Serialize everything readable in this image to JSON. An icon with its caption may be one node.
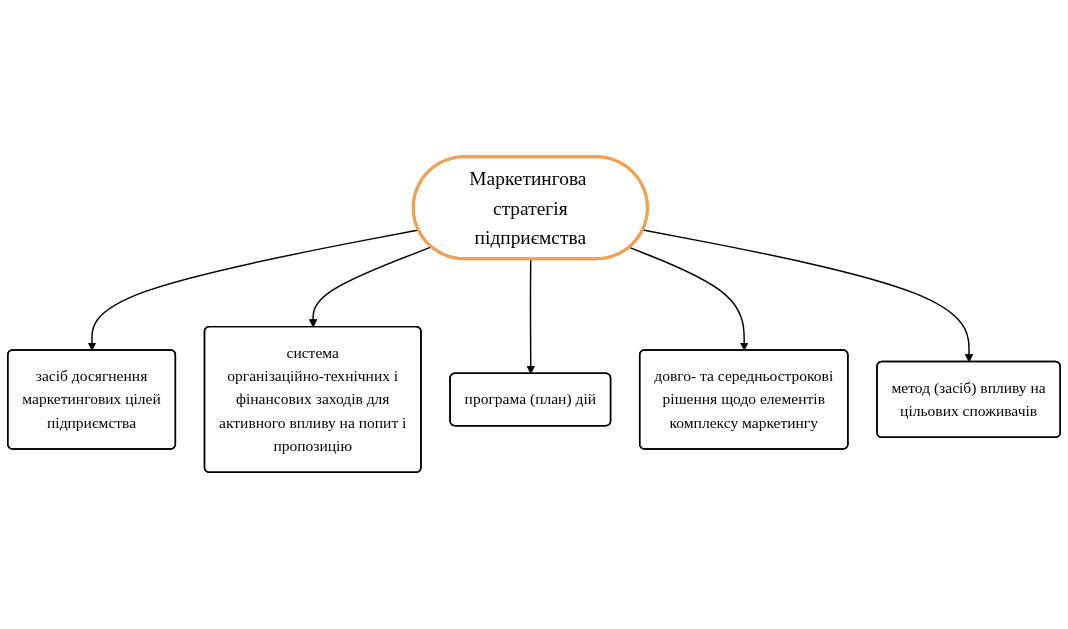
{
  "diagram": {
    "nodes": [
      {
        "text": [
          "засіб досягнення маркетингових цілей підприємства"
        ]
      },
      {
        "text": [
          "система організаційно-технічних і фінансових заходів для активного впливу на попит і пропозицію"
        ]
      },
      {
        "text": [
          "Маркетингова стратегія підприємства"
        ]
      },
      {
        "text": [
          "програма (план) дій"
        ]
      },
      {
        "text": [
          "метод (засіб) впливу на цільових споживачів"
        ]
      },
      {
        "text": [
          "довго- та середньострокові рішення щодо елементів комплексу маркетингу"
        ]
      }
    ],
    "edges": [
      {
        "from": 2,
        "to": 0,
        "arrow": "to"
      },
      {
        "from": 2,
        "to": 1,
        "arrow": "to"
      },
      {
        "from": 2,
        "to": 3,
        "arrow": "to"
      },
      {
        "from": 2,
        "to": 5,
        "arrow": "to"
      },
      {
        "from": 2,
        "to": 4,
        "arrow": "to"
      }
    ]
  }
}
